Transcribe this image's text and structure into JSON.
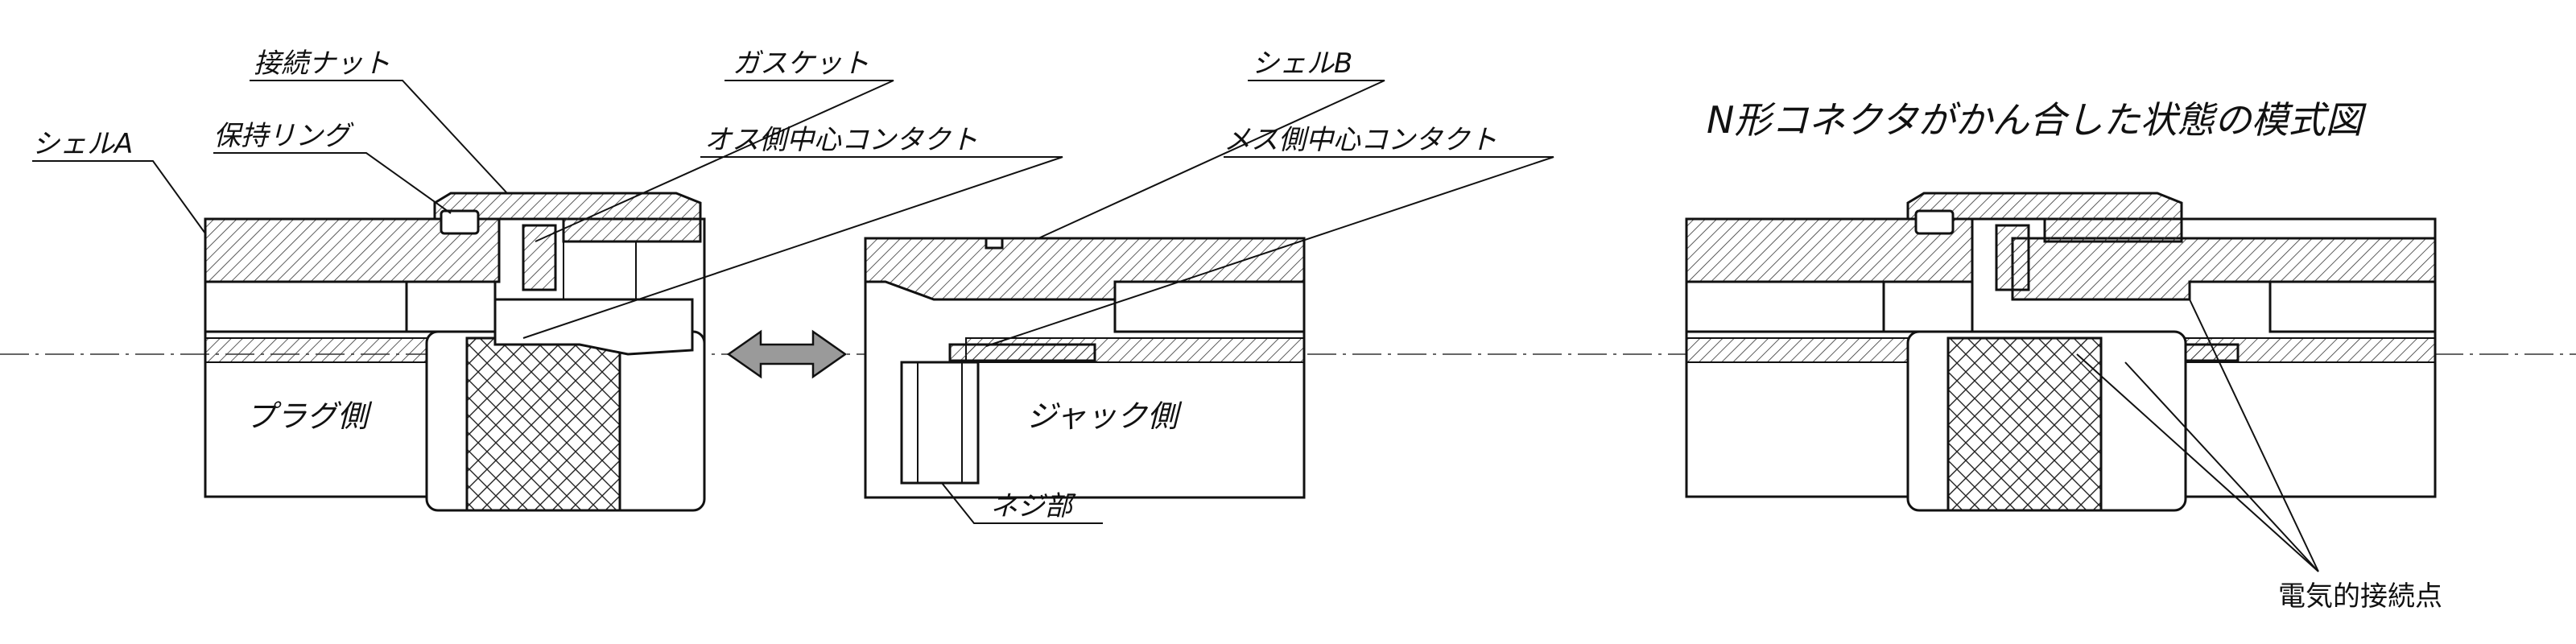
{
  "title": "N形コネクタがかん合した状態の模式図",
  "labels": {
    "shell_a": "シェルA",
    "retaining_ring": "保持リング",
    "coupling_nut": "接続ナット",
    "gasket": "ガスケット",
    "male_contact": "オス側中心コンタクト",
    "shell_b": "シェルB",
    "female_contact": "メス側中心コンタクト",
    "plug_side": "プラグ側",
    "jack_side": "ジャック側",
    "thread": "ネジ部",
    "contact_points": "電気的接続点"
  },
  "colors": {
    "line": "#111111",
    "hatch": "#333333",
    "arrow_fill": "#9a9a9a",
    "axis": "#666666"
  },
  "icons": {
    "mating_arrow": "double-arrow-icon"
  }
}
